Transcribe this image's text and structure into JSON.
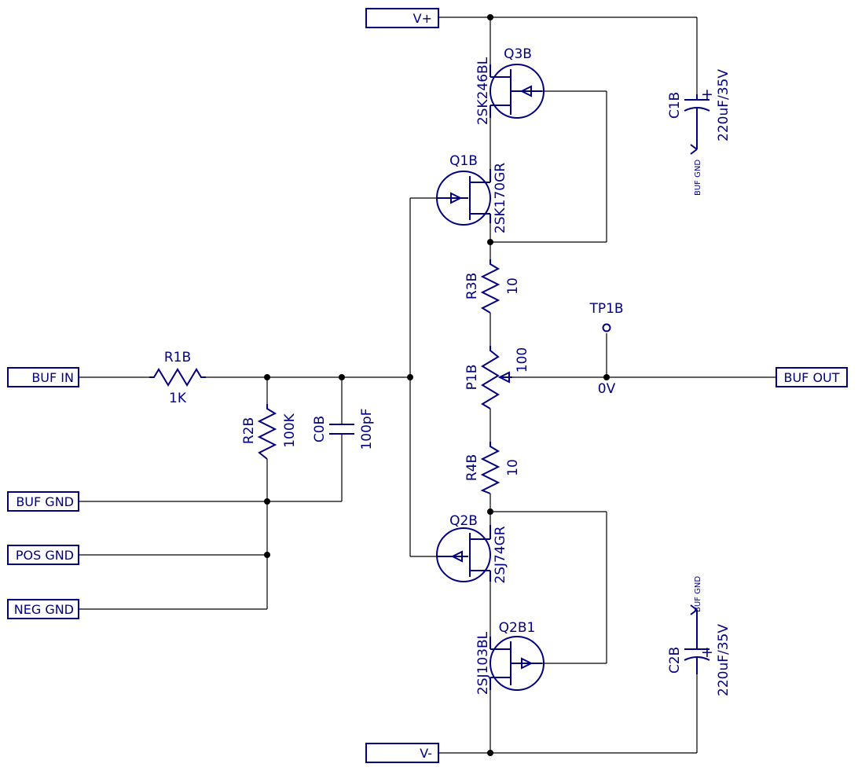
{
  "ports": {
    "vplus": "V+",
    "vminus": "V-",
    "buf_in": "BUF IN",
    "buf_out": "BUF OUT",
    "buf_gnd": "BUF GND",
    "pos_gnd": "POS GND",
    "neg_gnd": "NEG GND"
  },
  "components": {
    "q3b": {
      "ref": "Q3B",
      "value": "2SK246BL"
    },
    "q1b": {
      "ref": "Q1B",
      "value": "2SK170GR"
    },
    "q2b": {
      "ref": "Q2B",
      "value": "2SJ74GR"
    },
    "q2b1": {
      "ref": "Q2B1",
      "value": "2SJ103BL"
    },
    "r1b": {
      "ref": "R1B",
      "value": "1K"
    },
    "r2b": {
      "ref": "R2B",
      "value": "100K"
    },
    "r3b": {
      "ref": "R3B",
      "value": "10"
    },
    "r4b": {
      "ref": "R4B",
      "value": "10"
    },
    "p1b": {
      "ref": "P1B",
      "value": "100"
    },
    "c0b": {
      "ref": "C0B",
      "value": "100pF"
    },
    "c1b": {
      "ref": "C1B",
      "value": "220uF/35V",
      "gnd": "BUF GND"
    },
    "c2b": {
      "ref": "C2B",
      "value": "220uF/35V",
      "gnd": "BUF GND"
    },
    "tp1b": {
      "ref": "TP1B",
      "value": "0V"
    }
  },
  "colors": {
    "wire": "#000000",
    "symbol": "#000080",
    "background": "#ffffff"
  }
}
